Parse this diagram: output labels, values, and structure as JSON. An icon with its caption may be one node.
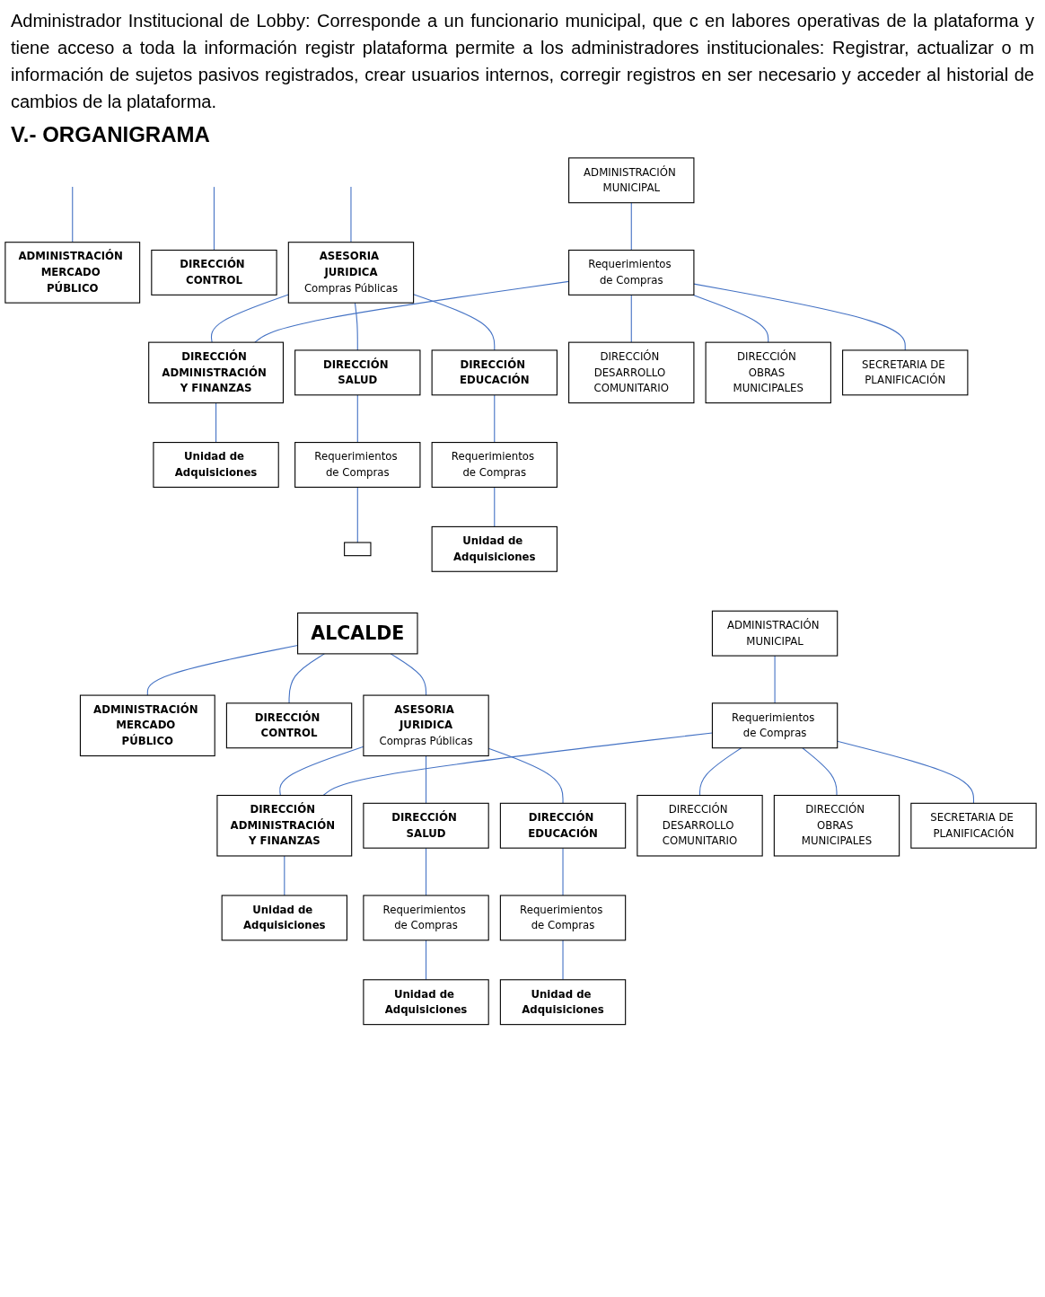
{
  "diagram": {
    "title": "V.- ORGANIGRAMA",
    "nodes": [
      {
        "text": [
          "ASESORIA JURIDICA",
          "Compras Públicas"
        ]
      },
      {
        "text": [
          "ADMINISTRACIÓN MERCADO PÚBLICO"
        ]
      },
      {
        "text": [
          "DIRECCIÓN CONTROL"
        ]
      },
      {
        "text": [
          "ADMINISTRACIÓN MUNICIPAL"
        ]
      },
      {
        "text": [
          "Requerimientos de Compras"
        ]
      },
      {
        "text": [
          "DIRECCIÓN ADMINISTRACIÓN Y FINANZAS"
        ]
      },
      {
        "text": [
          "DIRECCIÓN SALUD"
        ]
      },
      {
        "text": [
          "DIRECCIÓN EDUCACIÓN"
        ]
      },
      {
        "text": [
          "DIRECCIÓN DESARROLLO COMUNITARIO"
        ]
      },
      {
        "text": [
          "Unidad de Adquisiciones"
        ]
      },
      {
        "text": [
          "Requerimientos de Compras"
        ]
      },
      {
        "text": [
          "Requerimientos de Compras"
        ]
      },
      {
        "text": [
          "DIRECCIÓN OBRAS MUNICIPALES"
        ]
      },
      {
        "text": [],
        "shape": "box"
      },
      {
        "text": [
          "ALCALDE"
        ]
      },
      {
        "text": [
          "Unidad de Adquisiciones"
        ]
      },
      {
        "text": [
          "SECRETARIA DE PLANIFICACIÓN"
        ]
      },
      {
        "text": [
          "ASESORIA JURIDICA",
          "Compras Públicas"
        ]
      },
      {
        "text": [
          "ADMINISTRACIÓN MERCADO PÚBLICO"
        ]
      },
      {
        "text": [
          "DIRECCIÓN CONTROL"
        ]
      },
      {
        "text": [
          "ADMINISTRACIÓN MUNICIPAL"
        ]
      },
      {
        "text": [
          "Requerimientos de Compras"
        ]
      },
      {
        "text": [
          "DIRECCIÓN ADMINISTRACIÓN Y FINANZAS"
        ]
      },
      {
        "text": [
          "DIRECCIÓN SALUD"
        ]
      },
      {
        "text": [
          "DIRECCIÓN EDUCACIÓN"
        ]
      },
      {
        "text": [
          "DIRECCIÓN DESARROLLO COMUNITARIO"
        ]
      },
      {
        "text": [
          "Unidad de Adquisiciones"
        ]
      },
      {
        "text": [
          "Requerimientos de Compras"
        ]
      },
      {
        "text": [
          "Requerimientos de Compras"
        ]
      },
      {
        "text": [
          "Unidad de Adquisiciones"
        ]
      },
      {
        "text": [
          "Unidad de Adquisiciones"
        ]
      },
      {
        "text": [
          "DIRECCIÓN OBRAS MUNICIPALES"
        ]
      },
      {
        "text": [
          "SECRETARIA DE PLANIFICACIÓN"
        ]
      }
    ],
    "edges": [
      {
        "from": null,
        "to": 0,
        "arrow": "none"
      },
      {
        "from": null,
        "to": 1,
        "arrow": "none"
      },
      {
        "from": null,
        "to": 2,
        "arrow": "none"
      },
      {
        "from": 0,
        "to": 5,
        "arrow": "none"
      },
      {
        "from": 0,
        "to": 6,
        "arrow": "none"
      },
      {
        "from": 0,
        "to": 7,
        "arrow": "none"
      },
      {
        "from": 3,
        "to": 4,
        "arrow": "none"
      },
      {
        "from": 4,
        "to": 5,
        "arrow": "none"
      },
      {
        "from": 4,
        "to": 8,
        "arrow": "none"
      },
      {
        "from": 4,
        "to": 12,
        "arrow": "none"
      },
      {
        "from": 4,
        "to": 16,
        "arrow": "none"
      },
      {
        "from": 5,
        "to": 9,
        "arrow": "none"
      },
      {
        "from": 6,
        "to": 10,
        "arrow": "none"
      },
      {
        "from": 10,
        "to": 13,
        "arrow": "none"
      },
      {
        "from": 7,
        "to": 11,
        "arrow": "none"
      },
      {
        "from": 11,
        "to": 15,
        "arrow": "none"
      },
      {
        "from": 14,
        "to": 17,
        "arrow": "none"
      },
      {
        "from": 14,
        "to": 18,
        "arrow": "none"
      },
      {
        "from": 14,
        "to": 19,
        "arrow": "none"
      },
      {
        "from": 17,
        "to": 22,
        "arrow": "none"
      },
      {
        "from": 17,
        "to": 23,
        "arrow": "none"
      },
      {
        "from": 17,
        "to": 24,
        "arrow": "none"
      },
      {
        "from": 20,
        "to": 21,
        "arrow": "none"
      },
      {
        "from": 21,
        "to": 22,
        "arrow": "none"
      },
      {
        "from": 21,
        "to": 25,
        "arrow": "none"
      },
      {
        "from": 21,
        "to": 31,
        "arrow": "none"
      },
      {
        "from": 21,
        "to": 32,
        "arrow": "none"
      },
      {
        "from": 22,
        "to": 26,
        "arrow": "none"
      },
      {
        "from": 23,
        "to": 27,
        "arrow": "none"
      },
      {
        "from": 27,
        "to": 29,
        "arrow": "none"
      },
      {
        "from": 24,
        "to": 28,
        "arrow": "none"
      },
      {
        "from": 28,
        "to": 30,
        "arrow": "none"
      }
    ],
    "labels": [
      "Administrador Institucional de Lobby: Corresponde a un funcionario municipal, que c en labores operativas de la plataforma y tiene acceso a toda la información registr plataforma permite a los administradores institucionales: Registrar, actualizar o m información de sujetos pasivos registrados, crear usuarios internos, corregir registros en ser necesario y acceder al historial de cambios de la plataforma."
    ]
  }
}
